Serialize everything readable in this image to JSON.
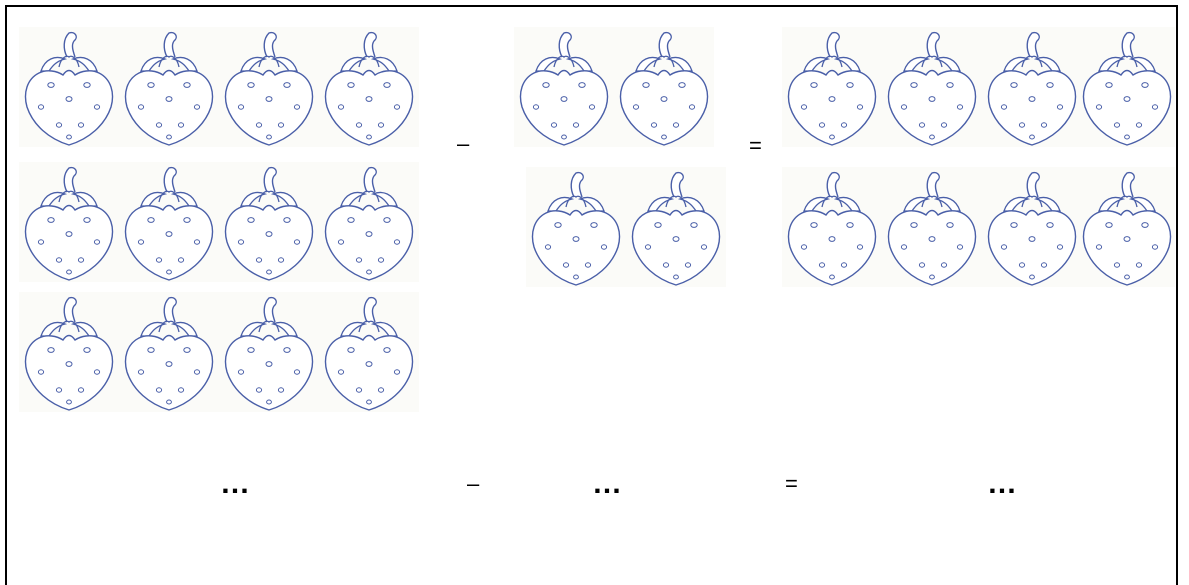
{
  "equation": {
    "minus_sign": "–",
    "equals_sign": "=",
    "left_count": 12,
    "middle_count": 4,
    "right_count": 8
  },
  "answer_row": {
    "blank_1": "…",
    "minus_sign": "–",
    "blank_2": "…",
    "equals_sign": "=",
    "blank_3": "…"
  },
  "icons": {
    "item": "strawberry-icon"
  },
  "colors": {
    "outline": "#4a5fa8",
    "background": "#ffffff",
    "border": "#000000"
  }
}
